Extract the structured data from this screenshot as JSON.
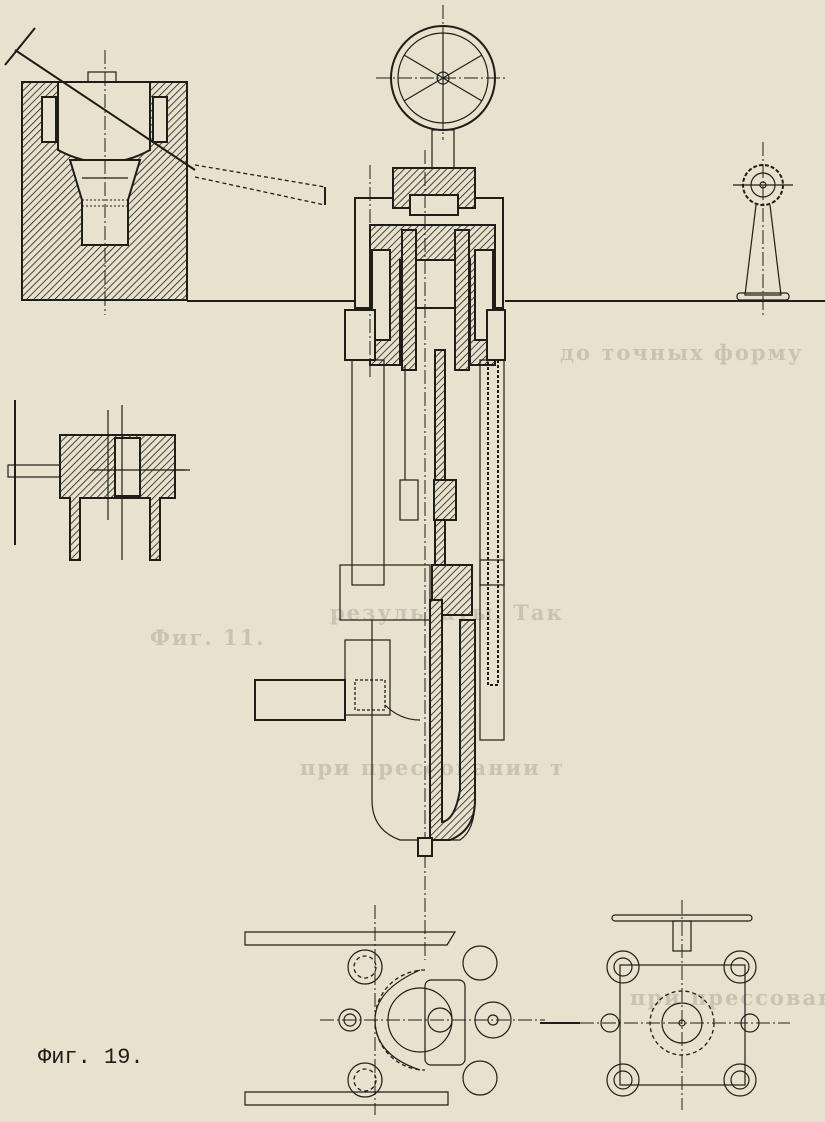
{
  "figure": {
    "caption": "Фиг. 19.",
    "colors": {
      "paper": "#e7e1cd",
      "ink": "#1f1d19"
    }
  },
  "ghost_text": [
    "при прессовании",
    "до точных форму",
    "Фиг. 11.",
    "результаты. Так",
    "при прессовании т"
  ]
}
